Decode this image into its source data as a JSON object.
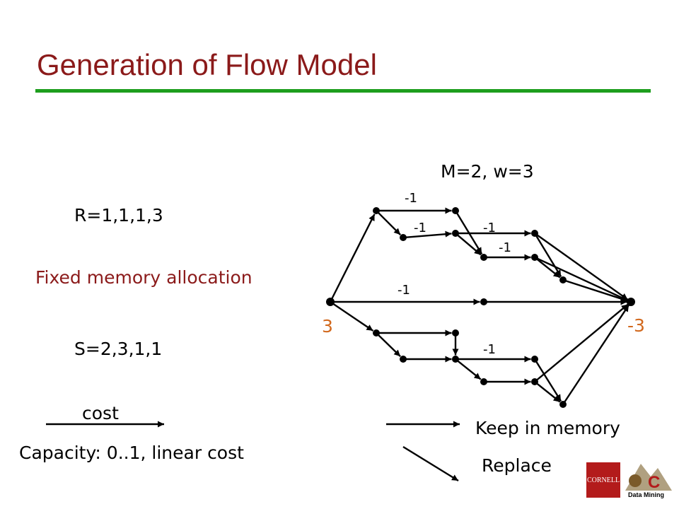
{
  "title": "Generation of Flow Model",
  "params": "M=2, w=3",
  "r_seq": "R=1,1,1,3",
  "alloc_label": "Fixed memory allocation",
  "s_seq": "S=2,3,1,1",
  "source_supply": "3",
  "sink_demand": "-3",
  "edge_labels": [
    "-1",
    "-1",
    "-1",
    "-1",
    "-1",
    "-1"
  ],
  "legend": {
    "cost_label": "cost",
    "capacity_label": "Capacity: 0..1, linear cost",
    "keep_label": "Keep in memory",
    "replace_label": "Replace"
  },
  "logos": {
    "cornell_text": "CORNELL",
    "dm_text": "Data Mining",
    "dm_letter": "C"
  },
  "colors": {
    "title": "#8b1a1a",
    "rule": "#1e9e1e",
    "number": "#d2691e",
    "cornell": "#b31b1b"
  }
}
